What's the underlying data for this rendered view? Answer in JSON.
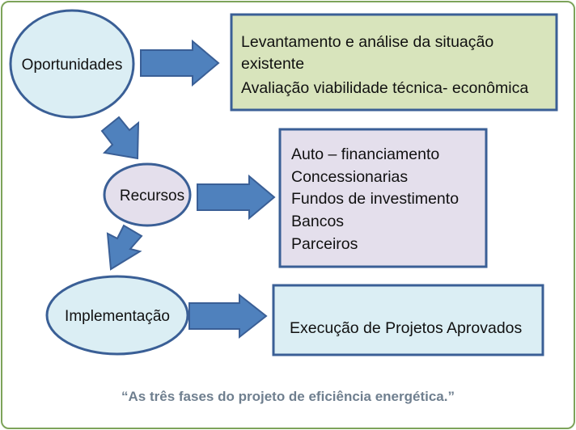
{
  "colors": {
    "frame": "#7da35a",
    "ellipse_stroke": "#3a5f96",
    "arrow_fill": "#4f81bd",
    "arrow_stroke": "#3a5f96",
    "box1_fill": "#d8e4bc",
    "box2_fill": "#e4dfec",
    "box3_fill": "#dbeef4",
    "ellipse1_fill": "#dbeef4",
    "ellipse2_fill": "#e4dfec",
    "ellipse3_fill": "#dbeef4"
  },
  "phases": [
    {
      "label": "Oportunidades",
      "details": [
        "Levantamento e análise da situação",
        "existente",
        "Avaliação viabilidade técnica- econômica"
      ]
    },
    {
      "label": "Recursos",
      "details": [
        "Auto – financiamento",
        "Concessionarias",
        "Fundos de investimento",
        "Bancos",
        "Parceiros"
      ]
    },
    {
      "label": "Implementação",
      "details": [
        "Execução de Projetos Aprovados"
      ]
    }
  ],
  "caption": "“As três fases do projeto de eficiência energética.”"
}
